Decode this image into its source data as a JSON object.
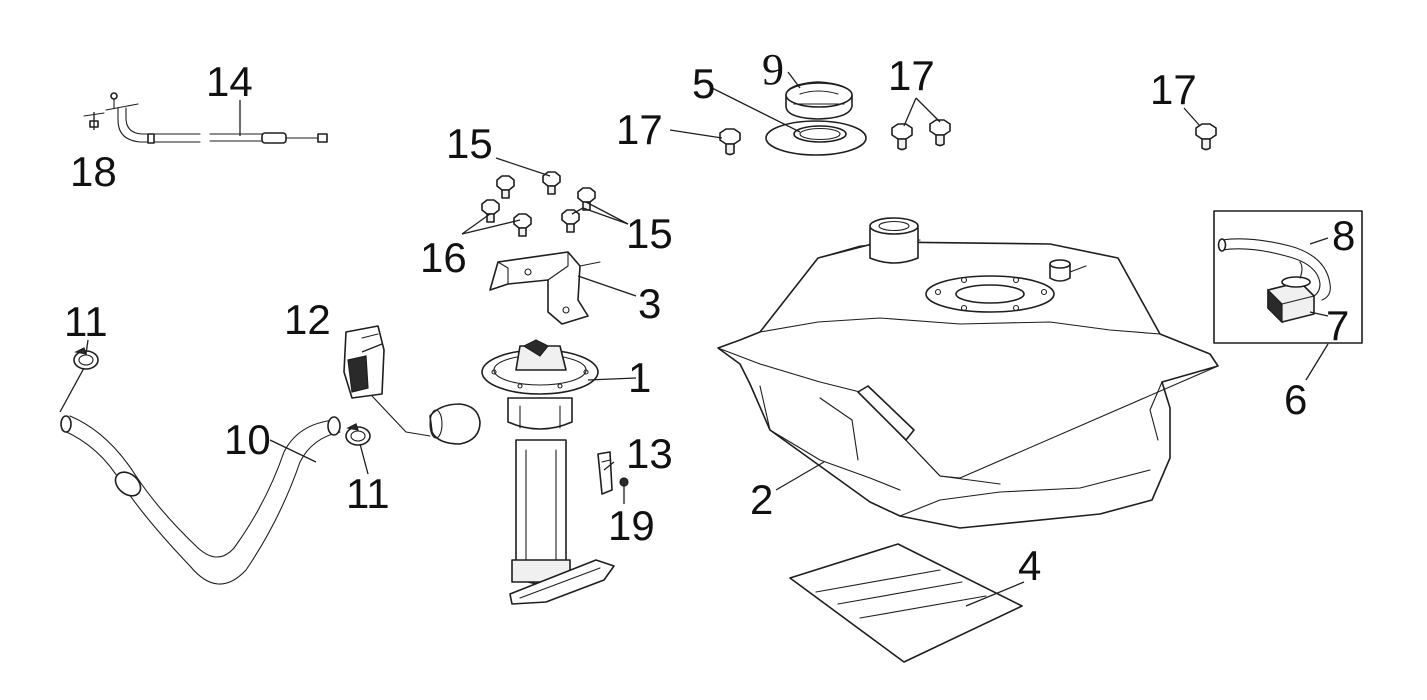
{
  "callouts": {
    "c1": "1",
    "c2": "2",
    "c3": "3",
    "c4": "4",
    "c5": "5",
    "c6": "6",
    "c7": "7",
    "c8": "8",
    "c9": "9",
    "c10": "10",
    "c11a": "11",
    "c11b": "11",
    "c12": "12",
    "c13": "13",
    "c14": "14",
    "c15a": "15",
    "c15b": "15",
    "c16": "16",
    "c17a": "17",
    "c17b": "17",
    "c17c": "17",
    "c18": "18",
    "c19": "19"
  }
}
